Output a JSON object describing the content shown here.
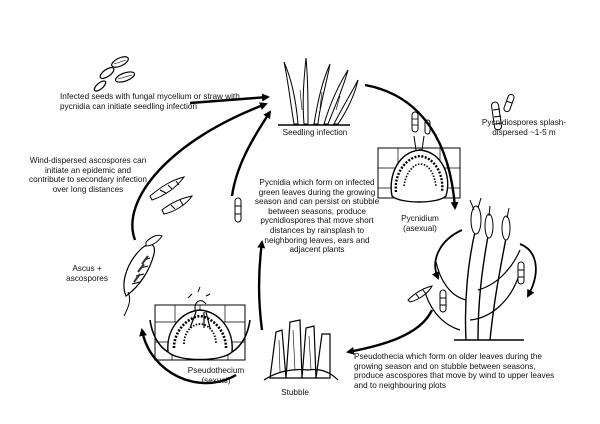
{
  "labels": {
    "infected_seeds": "Infected seeds with fungal mycelium or straw with pycnidia can initiate seedling infection",
    "seedling_infection": "Seedling infection",
    "pycnidiospores": "Pycnidiospores splash-dispersed ~1-5 m",
    "wind_dispersed": "Wind-dispersed ascospores can initiate an epidemic and contribute to secondary infection over long distances",
    "pycnidia_text": "Pycnidia which form on infected green leaves during the growing season and can persist on stubble between seasons, produce pycnidiospores that move short distances by rainsplash to neighboring leaves, ears and adjacent plants",
    "pycnidium": "Pycnidium (asexual)",
    "ascus": "Ascus + ascospores",
    "pseudothecium": "Pseudothecium (sexual)",
    "stubble": "Stubble",
    "pseudothecia_text": "Pseudothecia which form on older leaves during the growing season and on stubble between seasons, produce ascospores that move by wind to upper leaves and to neighbouring plots"
  }
}
